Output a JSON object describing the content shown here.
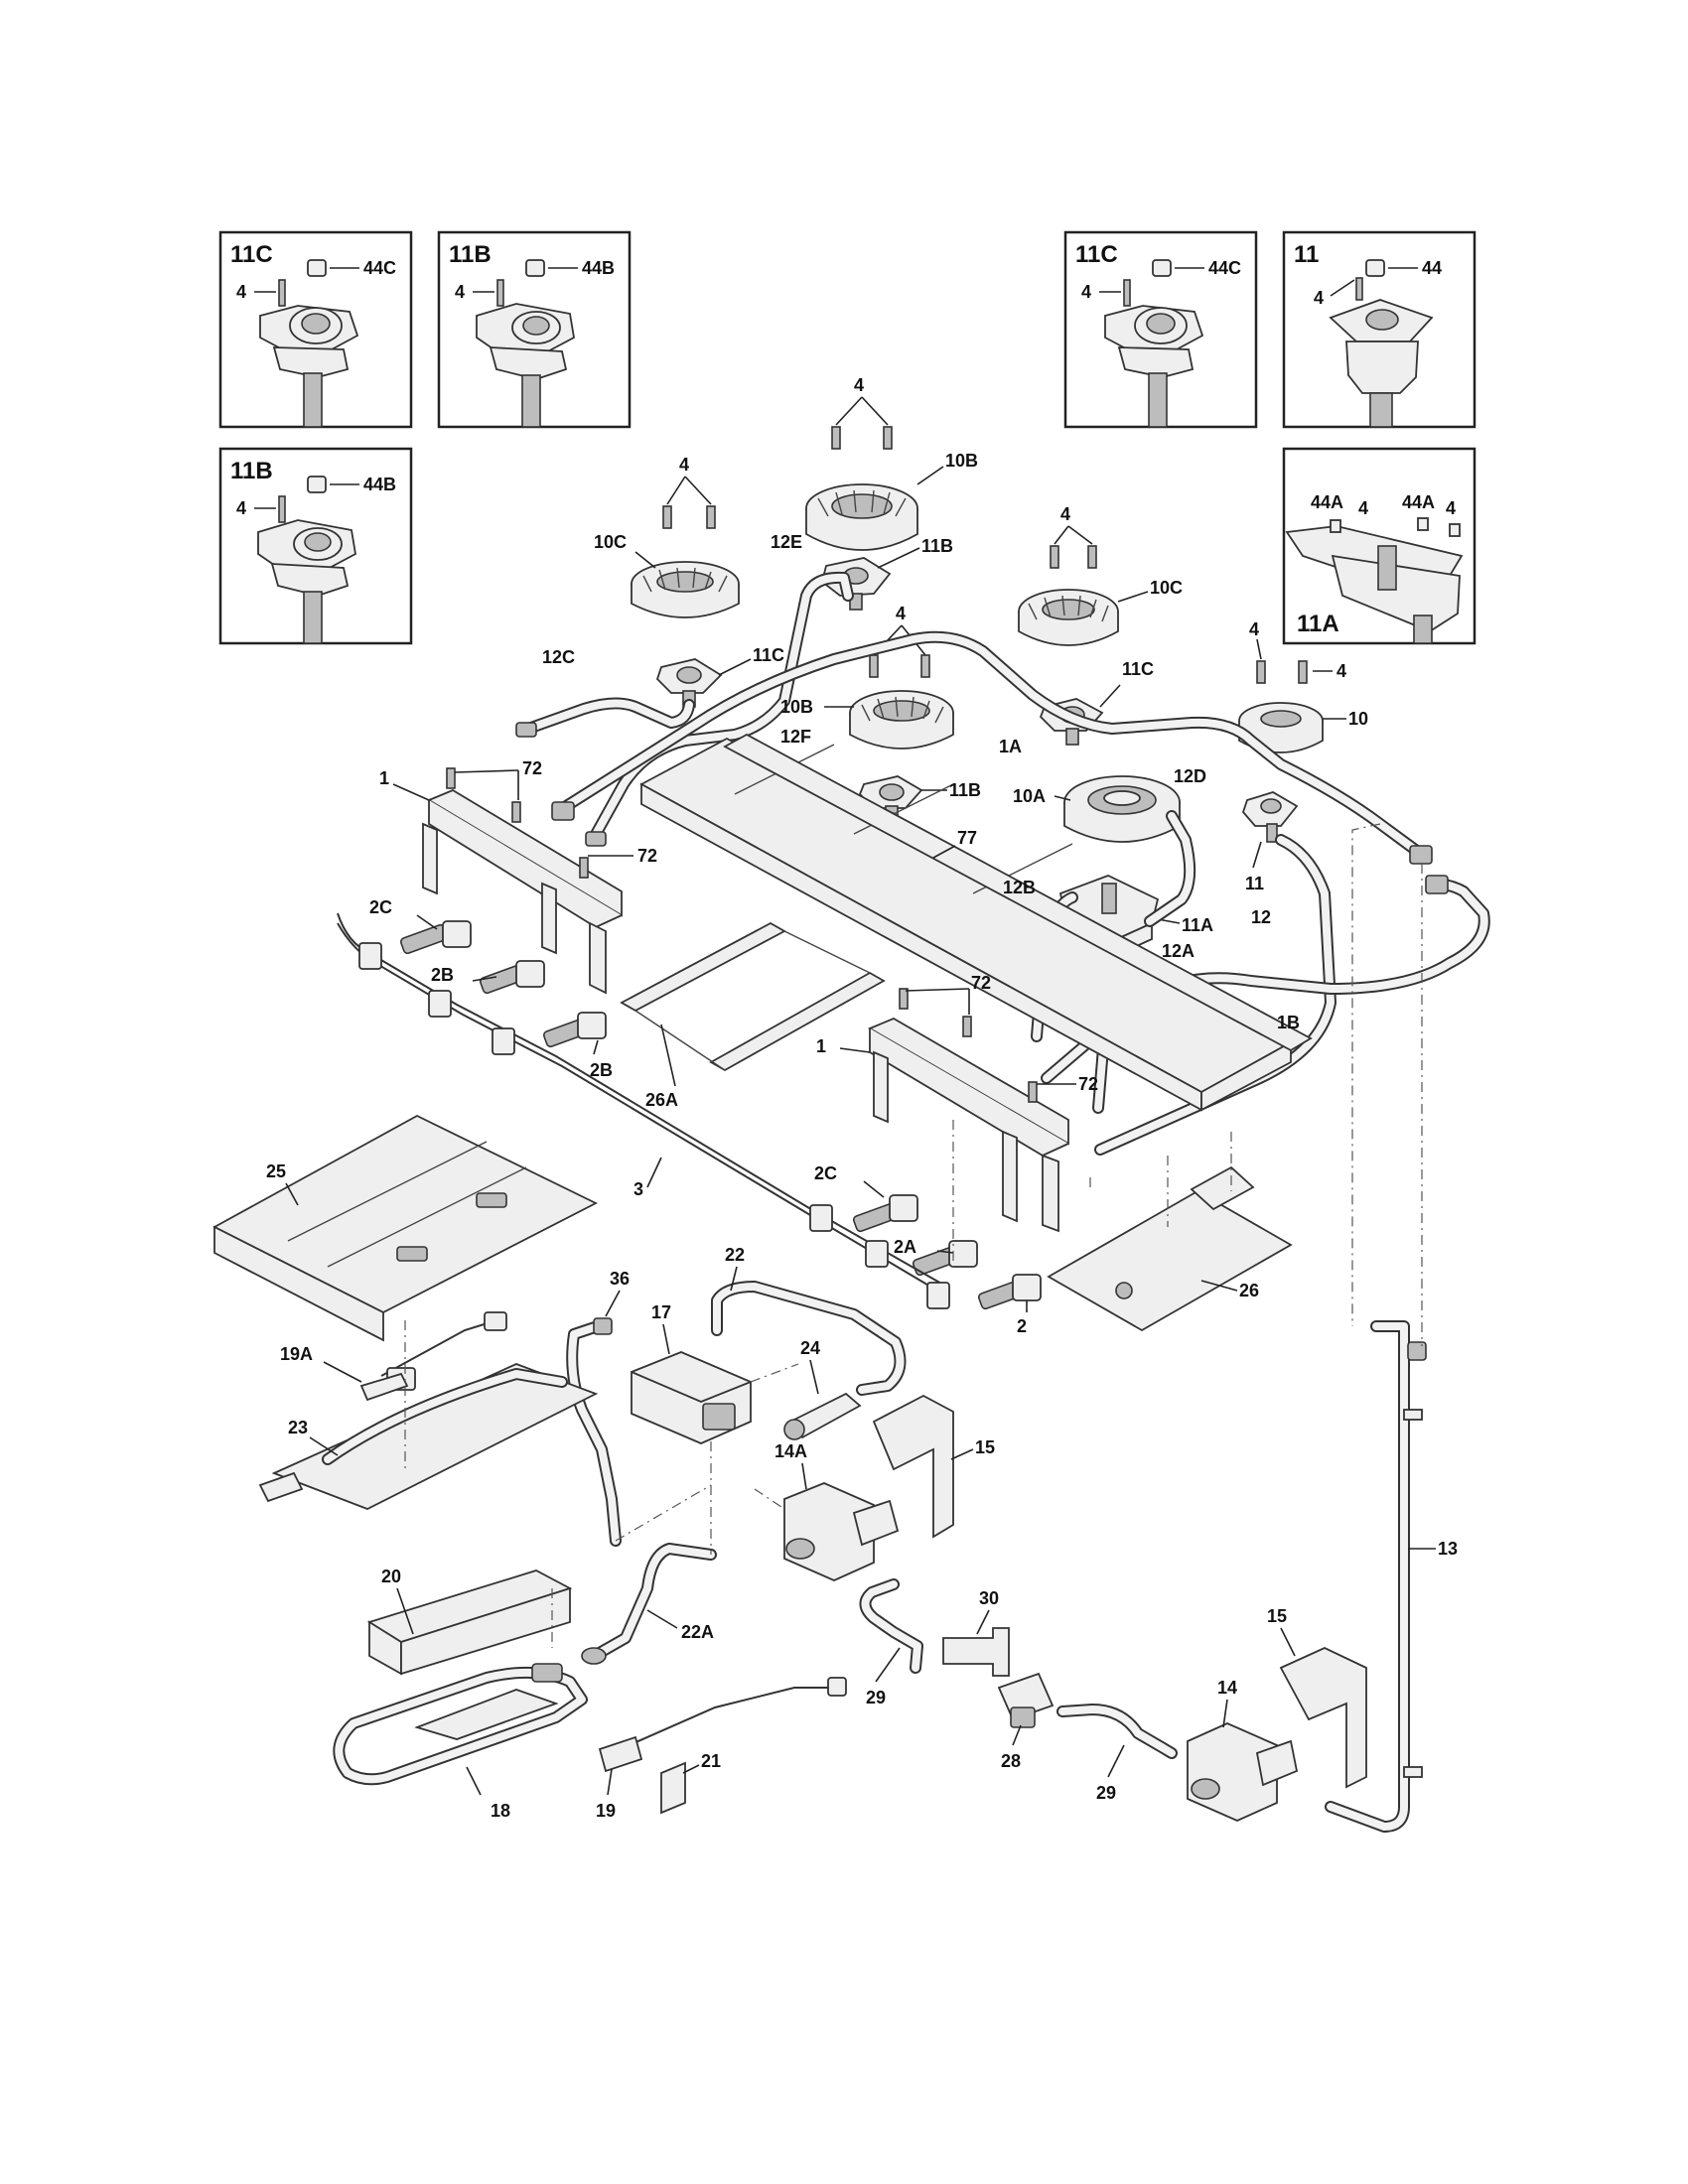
{
  "insets": [
    {
      "title": "11C",
      "labels": [
        "44C",
        "4"
      ]
    },
    {
      "title": "11B",
      "labels": [
        "44B",
        "4"
      ]
    },
    {
      "title": "11C",
      "labels": [
        "44C",
        "4"
      ]
    },
    {
      "title": "11",
      "labels": [
        "44",
        "4"
      ]
    },
    {
      "title": "11B",
      "labels": [
        "44B",
        "4"
      ]
    },
    {
      "title": "11A",
      "labels": [
        "44A",
        "4",
        "44A",
        "4",
        "4"
      ]
    }
  ],
  "callouts": {
    "c4a": "4",
    "c10b": "10B",
    "c11b_top": "11B",
    "c4b": "4",
    "c10c_left": "10C",
    "c12e": "12E",
    "c11c_left": "11C",
    "c12c": "12C",
    "c4c": "4",
    "c10b_mid": "10B",
    "c11b_mid": "11B",
    "c12f": "12F",
    "c1a": "1A",
    "c4d": "4",
    "c10c_right": "10C",
    "c11c_right": "11C",
    "c4e": "4",
    "c4f": "4",
    "c10": "10",
    "c10a": "10A",
    "c12d": "12D",
    "c11": "11",
    "c72a": "72",
    "c1_left": "1",
    "c72b": "72",
    "c77": "77",
    "c12b": "12B",
    "c11a": "11A",
    "c12a": "12A",
    "c12": "12",
    "c1b": "1B",
    "c2c_left": "2C",
    "c2b_a": "2B",
    "c2b_b": "2B",
    "c26a": "26A",
    "c72c": "72",
    "c1_right": "1",
    "c72d": "72",
    "c2c_right": "2C",
    "c2a": "2A",
    "c2": "2",
    "c26": "26",
    "c25": "25",
    "c3": "3",
    "c36": "36",
    "c22": "22",
    "c17": "17",
    "c24": "24",
    "c19a": "19A",
    "c23": "23",
    "c14a": "14A",
    "c15a": "15",
    "c13": "13",
    "c20": "20",
    "c30": "30",
    "c22a": "22A",
    "c29a": "29",
    "c15b": "15",
    "c14": "14",
    "c21": "21",
    "c28": "28",
    "c29b": "29",
    "c18": "18",
    "c19": "19"
  }
}
